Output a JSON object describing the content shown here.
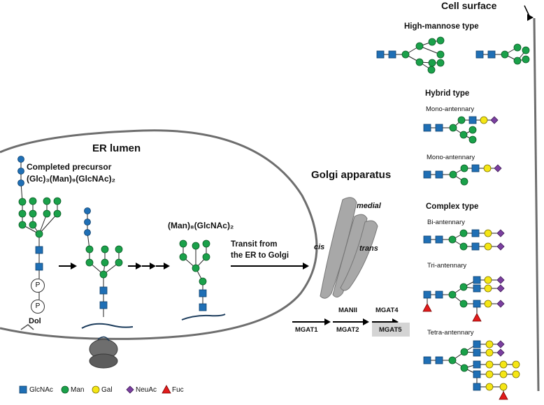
{
  "labels": {
    "cell_surface": "Cell surface",
    "high_mannose": "High-mannose type",
    "hybrid": "Hybrid type",
    "mono_antennary_1": "Mono-antennary",
    "mono_antennary_2": "Mono-antennary",
    "complex": "Complex  type",
    "bi_antennary": "Bi-antennary",
    "tri_antennary": "Tri-antennary",
    "tetra_antennary": "Tetra-antennary",
    "er_lumen": "ER lumen",
    "completed_precursor": "Completed precursor",
    "precursor_formula": "(Glc)₃(Man)₉(GlcNAc)₂",
    "man8_formula": "(Man)₈(GlcNAc)₂",
    "transit_line1": "Transit from",
    "transit_line2": "the ER to Golgi",
    "golgi": "Golgi apparatus",
    "medial": "medial",
    "cis": "cis",
    "trans": "trans",
    "phosphate": "P",
    "dol": "Dol"
  },
  "enzymes": {
    "manii": "MANII",
    "mgat4": "MGAT4",
    "mgat1": "MGAT1",
    "mgat2": "MGAT2",
    "mgat5": "MGAT5"
  },
  "legend": [
    {
      "label": "GlcNAc",
      "icon": "blue-square-icon",
      "color": "#1f6fb5"
    },
    {
      "label": "Man",
      "icon": "green-circle-icon",
      "color": "#1aa14a"
    },
    {
      "label": "Gal",
      "icon": "yellow-circle-icon",
      "color": "#f5e614"
    },
    {
      "label": "NeuAc",
      "icon": "purple-diamond-icon",
      "color": "#7b3fa0"
    },
    {
      "label": "Fuc",
      "icon": "red-triangle-icon",
      "color": "#e21b1b"
    }
  ],
  "colors": {
    "glcnac": "#1f6fb5",
    "man": "#1aa14a",
    "gal": "#f5e614",
    "neuac": "#7b3fa0",
    "fuc": "#e21b1b",
    "glc": "#1f6fb5",
    "membrane": "#6e6e6e",
    "golgi": "#a8a8a8"
  }
}
